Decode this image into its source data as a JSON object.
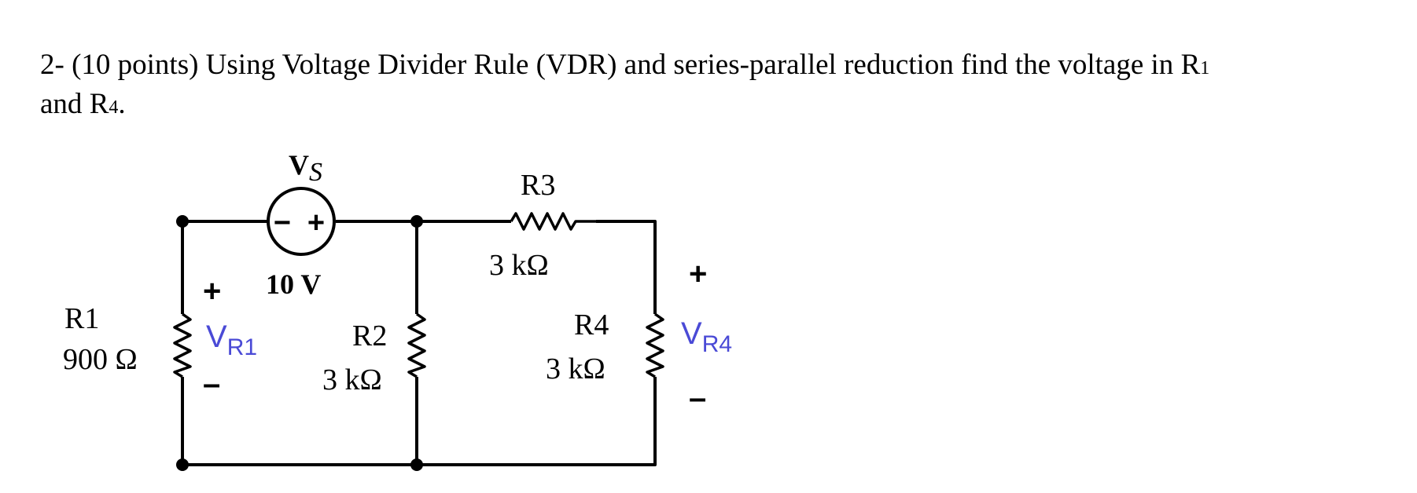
{
  "question": {
    "line1_prefix": "2- (10 points) Using Voltage Divider Rule (VDR) and series-parallel reduction find the voltage in ",
    "r1_letter": "R",
    "r1_sub": "1",
    "line2_prefix": "and ",
    "r4_letter": "R",
    "r4_sub": "4",
    "line2_suffix": "."
  },
  "circuit": {
    "source": {
      "name_letter": "V",
      "name_sub": "S",
      "value": "10 V",
      "minus": "−",
      "plus": "+"
    },
    "r1": {
      "name": "R1",
      "value": "900 Ω",
      "v_letter": "V",
      "v_sub": "R1",
      "plus": "+",
      "minus": "–"
    },
    "r2": {
      "name": "R2",
      "value": "3 kΩ"
    },
    "r3": {
      "name": "R3",
      "value": "3 kΩ"
    },
    "r4": {
      "name": "R4",
      "value": "3 kΩ",
      "v_letter": "V",
      "v_sub": "R4",
      "plus": "+",
      "minus": "–"
    },
    "colors": {
      "wire": "#000000",
      "voltage_label": "#4a4ad6"
    }
  }
}
